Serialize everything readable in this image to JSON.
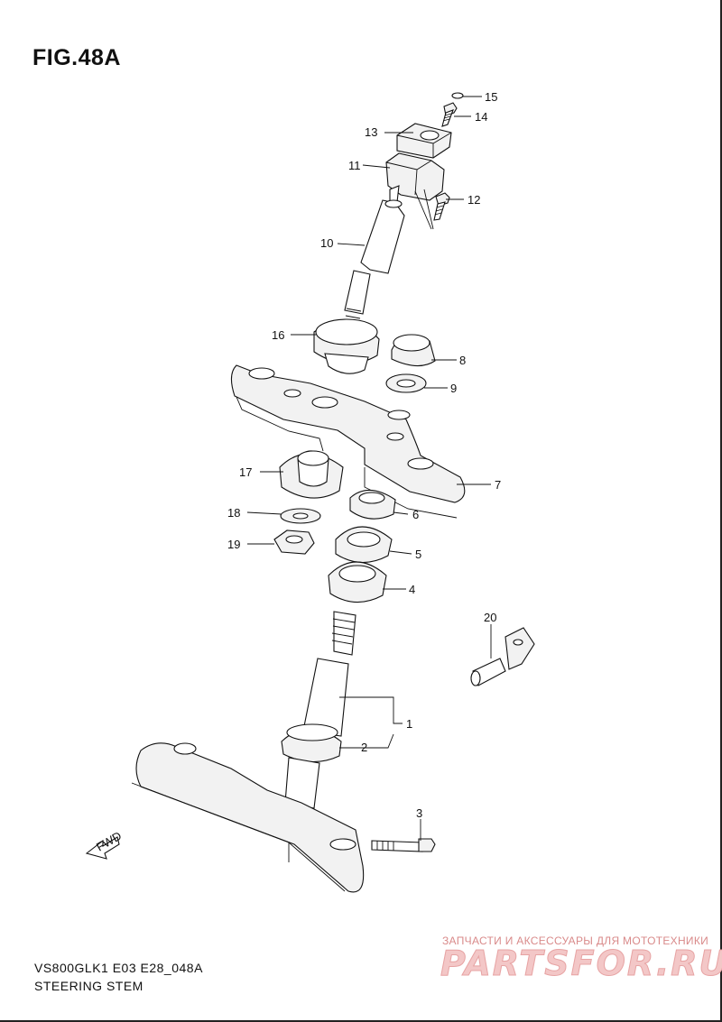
{
  "figure": {
    "title": "FIG.48A",
    "model": "VS800GLK1 E03 E28_048A",
    "caption": "STEERING STEM"
  },
  "watermark": {
    "tagline": "ЗАПЧАСТИ И АКСЕССУАРЫ ДЛЯ МОТОТЕХНИКИ",
    "logo": "PARTSFOR.RU"
  },
  "fwd_label": "FWD",
  "parts": [
    {
      "id": "1",
      "label": "1"
    },
    {
      "id": "2",
      "label": "2"
    },
    {
      "id": "3",
      "label": "3"
    },
    {
      "id": "4",
      "label": "4"
    },
    {
      "id": "5",
      "label": "5"
    },
    {
      "id": "6",
      "label": "6"
    },
    {
      "id": "7",
      "label": "7"
    },
    {
      "id": "8",
      "label": "8"
    },
    {
      "id": "9",
      "label": "9"
    },
    {
      "id": "10",
      "label": "10"
    },
    {
      "id": "11",
      "label": "11"
    },
    {
      "id": "12",
      "label": "12"
    },
    {
      "id": "13",
      "label": "13"
    },
    {
      "id": "14",
      "label": "14"
    },
    {
      "id": "15",
      "label": "15"
    },
    {
      "id": "16",
      "label": "16"
    },
    {
      "id": "17",
      "label": "17"
    },
    {
      "id": "18",
      "label": "18"
    },
    {
      "id": "19",
      "label": "19"
    },
    {
      "id": "20",
      "label": "20"
    }
  ]
}
